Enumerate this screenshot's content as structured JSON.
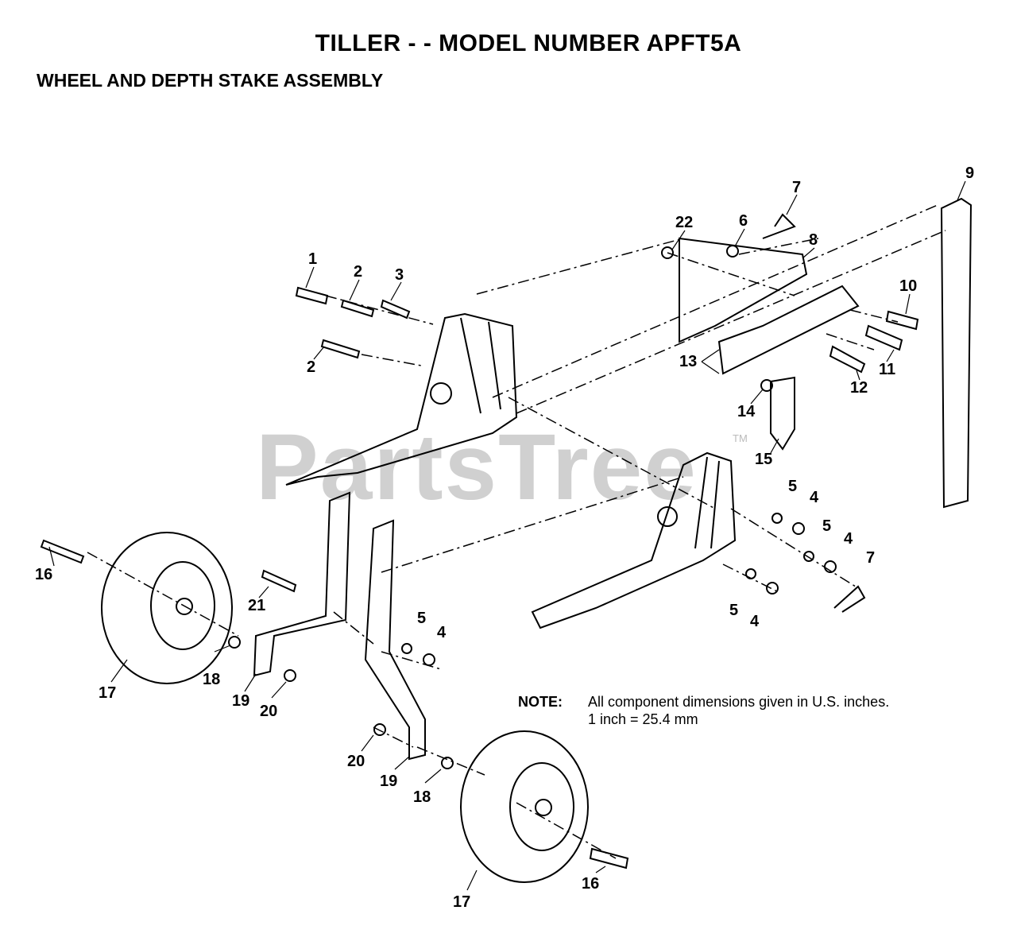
{
  "header": {
    "title": "TILLER - - MODEL NUMBER APFT5A",
    "subtitle": "WHEEL AND DEPTH STAKE ASSEMBLY"
  },
  "watermark": {
    "text": "PartsTree",
    "trademark": "TM"
  },
  "callouts": {
    "c1": "1",
    "c2a": "2",
    "c2b": "2",
    "c3": "3",
    "c4a": "4",
    "c4b": "4",
    "c4c": "4",
    "c4d": "4",
    "c5a": "5",
    "c5b": "5",
    "c5c": "5",
    "c5d": "5",
    "c6": "6",
    "c7a": "7",
    "c7b": "7",
    "c8": "8",
    "c9": "9",
    "c10": "10",
    "c11": "11",
    "c12": "12",
    "c13": "13",
    "c14": "14",
    "c15": "15",
    "c16a": "16",
    "c16b": "16",
    "c17a": "17",
    "c17b": "17",
    "c18a": "18",
    "c18b": "18",
    "c19a": "19",
    "c19b": "19",
    "c20a": "20",
    "c20b": "20",
    "c21": "21",
    "c22": "22"
  },
  "note": {
    "label": "NOTE:",
    "line1": "All component dimensions given in U.S. inches.",
    "line2": "1 inch = 25.4 mm"
  }
}
